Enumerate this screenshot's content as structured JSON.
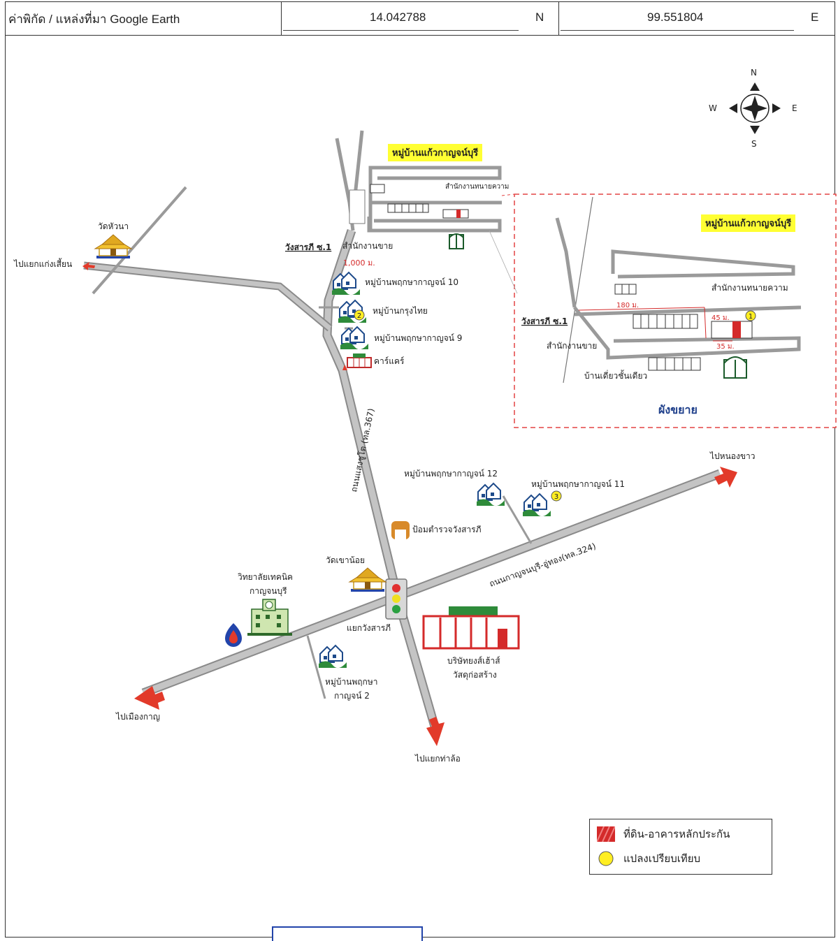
{
  "header": {
    "coord_label": "ค่าพิกัด / แหล่งที่มา Google Earth",
    "lat": "14.042788",
    "lat_dir": "N",
    "lon": "99.551804",
    "lon_dir": "E"
  },
  "compass": {
    "n": "N",
    "s": "S",
    "e": "E",
    "w": "W"
  },
  "map": {
    "labels": {
      "wat_hua_na": "วัดหัวนา",
      "to_kaeng_sian": "ไปแยกแก่งเสี้ยน",
      "village_kaew": "หมู่บ้านแก้วกาญจน์บุรี",
      "law_office": "สำนักงานทนายความ",
      "wang_sarapee_1": "วังสารภี ซ.1",
      "sales_office": "สำนักงานขาย",
      "dist_1000": "1,000 ม.",
      "village_pk10": "หมู่บ้านพฤกษากาญจน์ 10",
      "village_krungthai": "หมู่บ้านกรุงไทย",
      "village_pk9": "หมู่บ้านพฤกษากาญจน์ 9",
      "car_care": "คาร์แคร์",
      "road_367": "ถนนแสงชูโต (ทล.367)",
      "village_pk12": "หมู่บ้านพฤกษากาญจน์ 12",
      "village_pk11": "หมู่บ้านพฤกษากาญจน์ 11",
      "to_nong_khao": "ไปหนองขาว",
      "police_box": "ป้อมตำรวจวังสารภี",
      "road_324": "ถนนกาญจนบุรี-อู่ทอง(ทล.324)",
      "wat_khao_noi": "วัดเขาน้อย",
      "tech_college_1": "วิทยาลัยเทคนิค",
      "tech_college_2": "กาญจนบุรี",
      "junction": "แยกวังสารภี",
      "company_1": "บริษัทยงส์เฮ้าส์",
      "company_2": "วัสดุก่อสร้าง",
      "village_pk2_1": "หมู่บ้านพฤกษา",
      "village_pk2_2": "กาญจน์ 2",
      "to_kanchanaburi": "ไปเมืองกาญ",
      "to_tha_lo": "ไปแยกท่าล้อ",
      "marker_1": "1",
      "marker_2": "2",
      "marker_3": "3"
    },
    "inset": {
      "title": "หมู่บ้านแก้วกาญจน์บุรี",
      "law_office": "สำนักงานทนายความ",
      "wang_sarapee_1": "วังสารภี ซ.1",
      "sales_office": "สำนักงานขาย",
      "single_house": "บ้านเดี่ยวชั้นเดียว",
      "dist_180": "180 ม.",
      "dist_45": "45 ม.",
      "dist_35": "35 ม.",
      "caption": "ผังขยาย"
    }
  },
  "legend": {
    "collateral": "ที่ดิน-อาคารหลักประกัน",
    "comparable": "แปลงเปรียบเทียบ"
  },
  "colors": {
    "road": "#b8b8b8",
    "road_edge": "#8a8a8a",
    "arrow": "#e23a2a",
    "highlight": "#ffff33",
    "collateral": "#d42a2a",
    "comparable": "#ffee22",
    "inset_border": "#e44444"
  }
}
